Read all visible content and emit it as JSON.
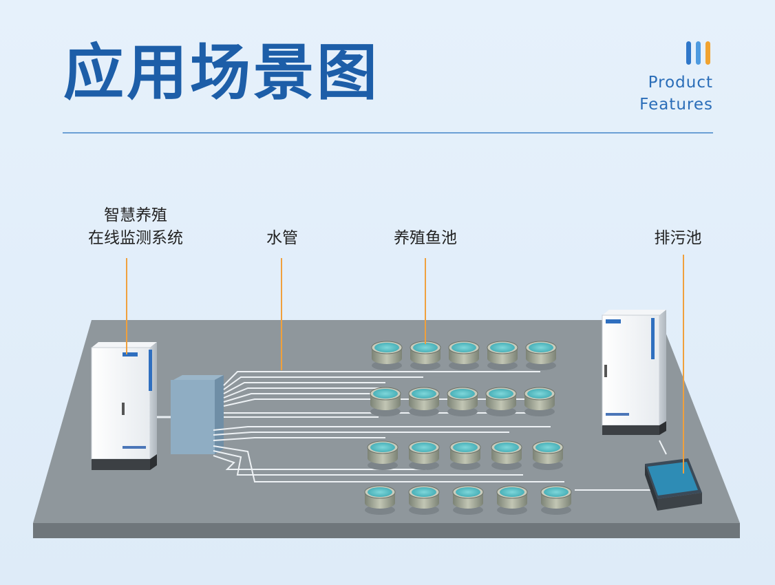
{
  "header": {
    "title": "应用场景图",
    "subtitle_line1": "Product",
    "subtitle_line2": "Features",
    "bar_colors": [
      "#2f77c9",
      "#4f9be0",
      "#f1a330"
    ]
  },
  "labels": {
    "system_line1": "智慧养殖",
    "system_line2": "在线监测系统",
    "pipe": "水管",
    "ponds": "养殖鱼池",
    "sewage": "排污池"
  },
  "colors": {
    "title": "#1d5ea8",
    "leader": "#f0a03c",
    "platform": "#8c949a",
    "water": "#5dc4c9"
  },
  "diagram": {
    "pond_rows": 4,
    "ponds_per_row": 5
  }
}
